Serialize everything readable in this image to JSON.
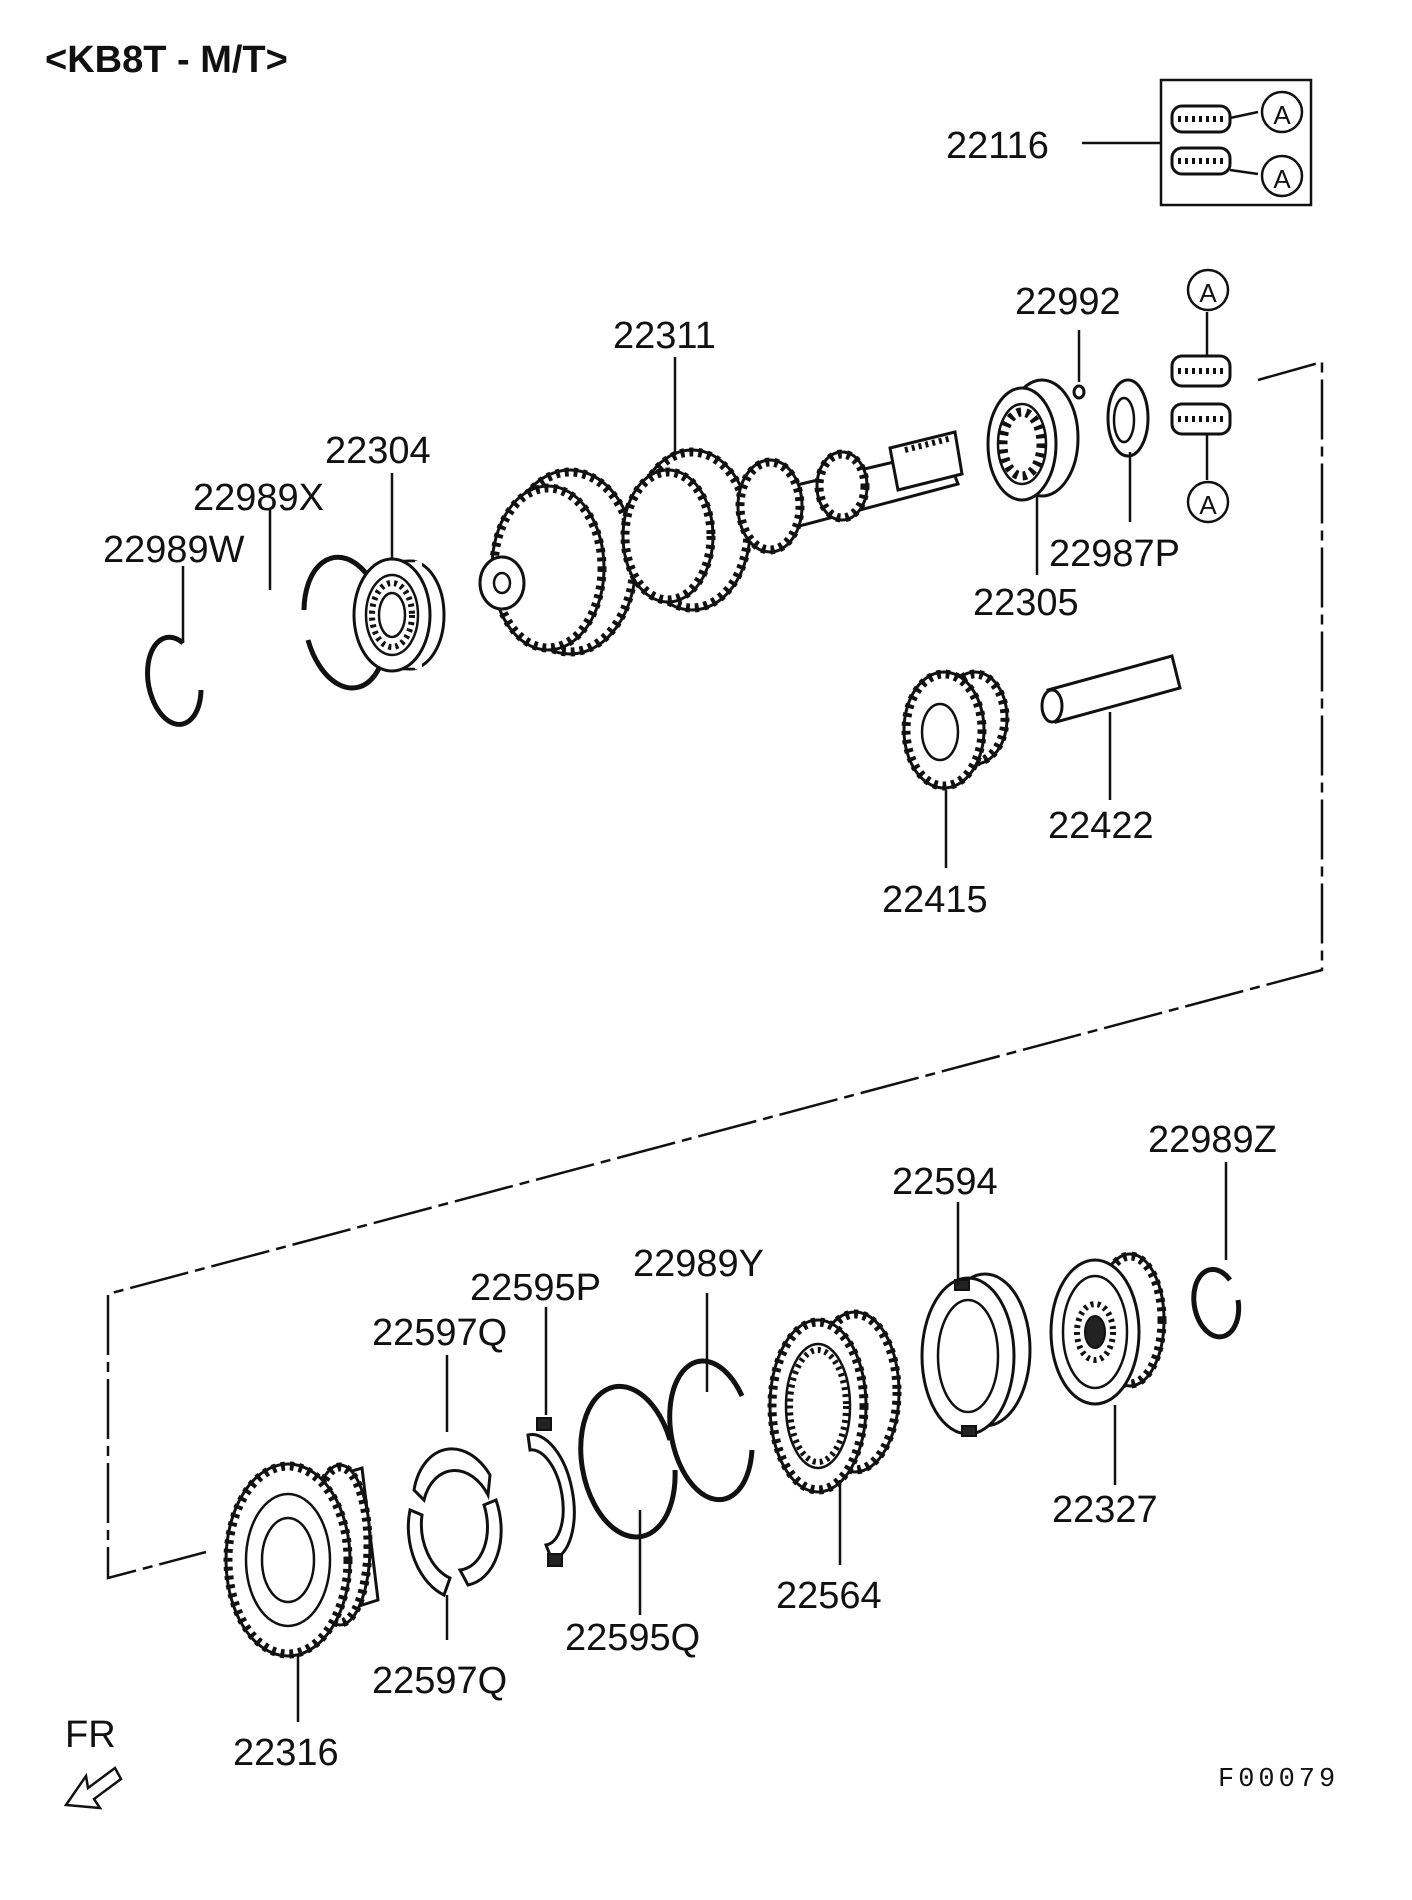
{
  "header": {
    "title": "<KB8T - M/T>"
  },
  "figure_code": "F00079",
  "direction": {
    "label": "FR"
  },
  "marker": {
    "letter": "A"
  },
  "parts": {
    "p22116": "22116",
    "p22992": "22992",
    "p22311": "22311",
    "p22304": "22304",
    "p22989X": "22989X",
    "p22989W": "22989W",
    "p22987P": "22987P",
    "p22305": "22305",
    "p22422": "22422",
    "p22415": "22415",
    "p22989Z": "22989Z",
    "p22594": "22594",
    "p22989Y": "22989Y",
    "p22595P": "22595P",
    "p22597Q_top": "22597Q",
    "p22327": "22327",
    "p22564": "22564",
    "p22595Q": "22595Q",
    "p22597Q_bottom": "22597Q",
    "p22316": "22316"
  }
}
